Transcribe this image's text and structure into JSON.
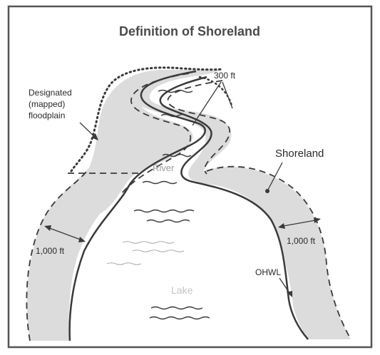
{
  "title": "Definition of Shoreland",
  "labels": {
    "floodplain_1": "Designated",
    "floodplain_2": "(mapped)",
    "floodplain_3": "floodplain",
    "setback_300": "300 ft",
    "shoreland": "Shoreland",
    "river": "River",
    "lake": "Lake",
    "left_1000": "1,000 ft",
    "right_1000": "1,000 ft",
    "ohwl": "OHWL"
  },
  "colors": {
    "shoreland_fill": "#dcdcdc",
    "line": "#3a3a3a",
    "frame": "#555555",
    "background": "#ffffff"
  }
}
